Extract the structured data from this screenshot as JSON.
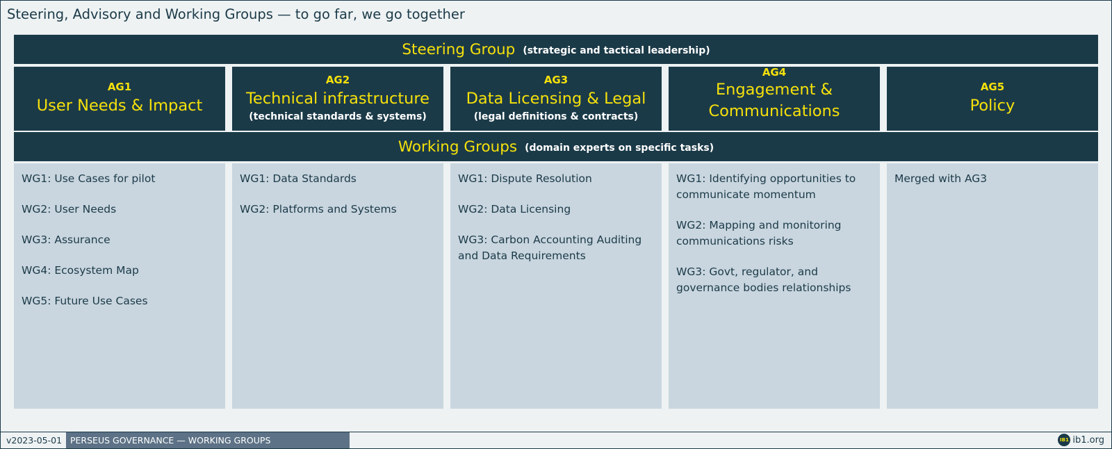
{
  "page_title": "Steering, Advisory and Working Groups — to go far, we go together",
  "steering": {
    "title": "Steering Group",
    "subtitle": "(strategic and tactical leadership)"
  },
  "advisory_groups": [
    {
      "code": "AG1",
      "title": "User Needs & Impact",
      "subtitle": ""
    },
    {
      "code": "AG2",
      "title": "Technical infrastructure",
      "subtitle": "(technical standards & systems)"
    },
    {
      "code": "AG3",
      "title": "Data Licensing & Legal",
      "subtitle": "(legal definitions & contracts)"
    },
    {
      "code": "AG4",
      "title": "Engagement & Communications",
      "subtitle": ""
    },
    {
      "code": "AG5",
      "title": "Policy",
      "subtitle": ""
    }
  ],
  "working": {
    "title": "Working Groups",
    "subtitle": "(domain experts on specific tasks)"
  },
  "working_groups": [
    {
      "items": [
        "WG1: Use Cases for pilot",
        "WG2: User Needs",
        "WG3: Assurance",
        "WG4: Ecosystem Map",
        "WG5: Future Use Cases"
      ]
    },
    {
      "items": [
        "WG1: Data Standards",
        "WG2: Platforms and Systems"
      ]
    },
    {
      "items": [
        "WG1: Dispute Resolution",
        "WG2: Data Licensing",
        "WG3: Carbon Accounting Auditing and Data Requirements"
      ]
    },
    {
      "items": [
        "WG1: Identifying opportunities to communicate momentum",
        "WG2: Mapping and monitoring communications risks",
        "WG3: Govt, regulator, and governance bodies relationships"
      ]
    },
    {
      "items": [
        "Merged with AG3"
      ]
    }
  ],
  "footer": {
    "version": "v2023-05-01",
    "doc_title": "PERSEUS GOVERNANCE — WORKING GROUPS",
    "logo_text": "IB1",
    "brand": "ib1.org"
  },
  "colors": {
    "navy": "#1b3a48",
    "accent_yellow": "#f5e10b",
    "panel": "#c9d6df",
    "background": "#eef2f3",
    "footer_tab": "#5d7286"
  }
}
